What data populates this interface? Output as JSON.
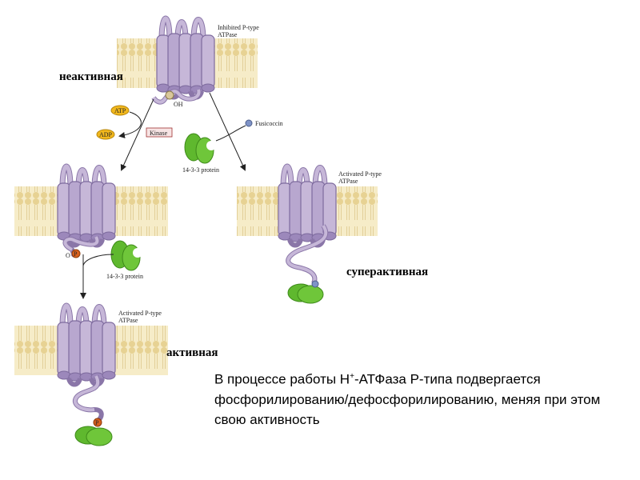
{
  "labels": {
    "inactive": "неактивная",
    "superactive": "суперактивная",
    "active": "активная"
  },
  "caption": {
    "part1": "В процессе работы Н",
    "sup": "+",
    "part2": "-АТФаза Р-типа подвергается фосфорилированию/дефосфорилированию, меняя при этом свою активность"
  },
  "diagram_text": {
    "inhibited_title_1": "Inhibited P-type",
    "inhibited_title_2": "ATPase",
    "activated_title_1": "Activated P-type",
    "activated_title_2": "ATPase",
    "oh": "OH",
    "atp": "ATP",
    "adp": "ADP",
    "kinase": "Kinase",
    "fusicoccin": "Fusicoccin",
    "protein_1433_a": "14-3-3 protein",
    "protein_1433_b": "14-3-3 protein",
    "o_label": "O",
    "p_label": "P"
  },
  "colors": {
    "membrane": "#f1e2b4",
    "lipid_head": "#e7d293",
    "protein": "#c6b7d8",
    "protein_dark": "#9c88bb",
    "green": "#5fb82e",
    "fusicoccin": "#7f93c7",
    "phosphate": "#d8601e",
    "atp": "#f2b81d"
  }
}
